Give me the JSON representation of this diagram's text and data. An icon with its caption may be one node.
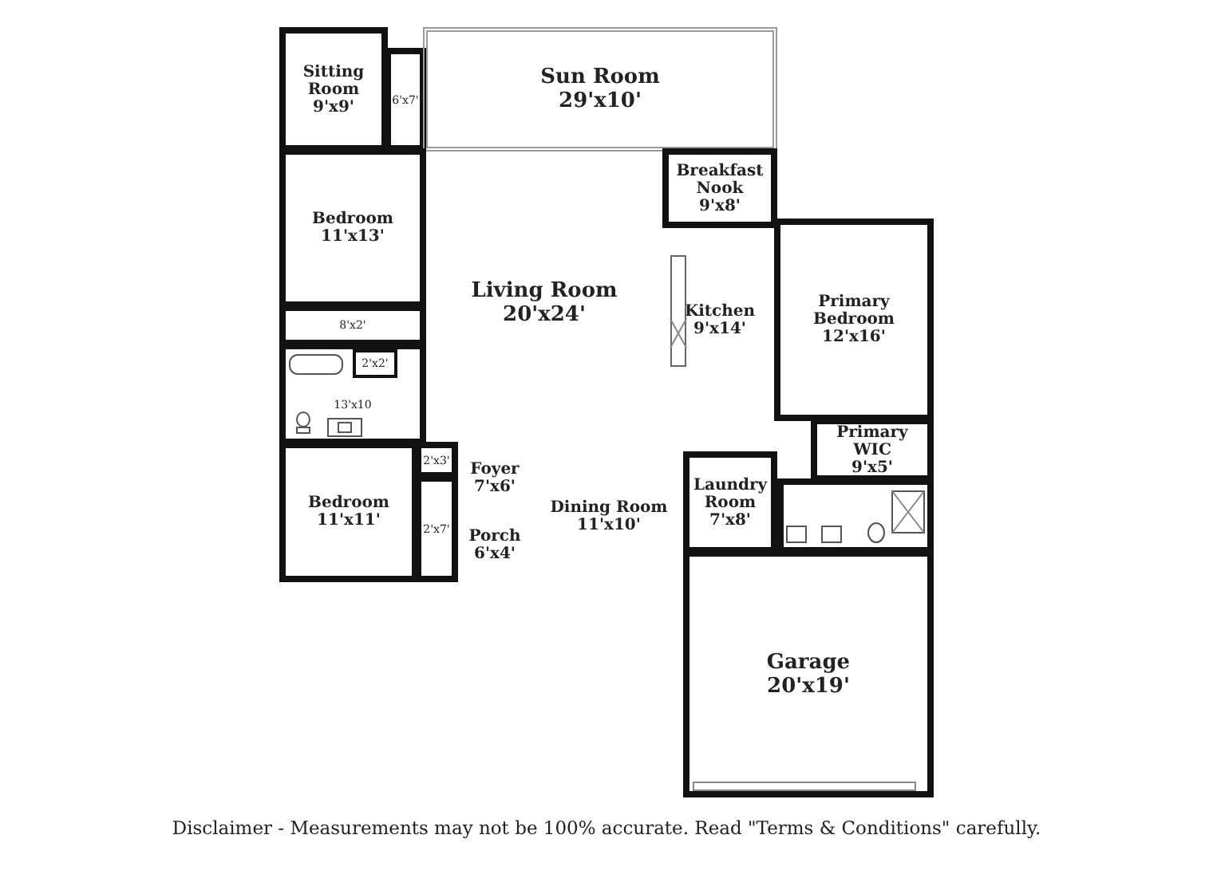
{
  "diagram": {
    "caption": "Disclaimer - Measurements may not be 100% accurate. Read \"Terms & Conditions\" carefully.",
    "nodes": [
      {
        "text": [
          "Sitting Room",
          "9'x9'"
        ]
      },
      {
        "text": [
          "6'x7'"
        ]
      },
      {
        "text": [
          "Sun Room",
          "29'x10'"
        ]
      },
      {
        "text": [
          "Bedroom",
          "11'x13'"
        ]
      },
      {
        "text": [
          "8'x2'"
        ]
      },
      {
        "text": [
          "Living Room",
          "20'x24'"
        ]
      },
      {
        "text": [
          "Breakfast Nook",
          "9'x8'"
        ]
      },
      {
        "text": [
          "Kitchen",
          "9'x14'"
        ]
      },
      {
        "text": [
          "Primary Bedroom",
          "12'x16'"
        ]
      },
      {
        "text": [
          "13'x10"
        ]
      },
      {
        "text": [
          "2'x2'"
        ],
        "in": 9
      },
      {
        "text": [
          "Primary WIC",
          "9'x5'"
        ]
      },
      {
        "text": [
          "2'x3'"
        ]
      },
      {
        "text": [
          "Foyer",
          "7'x6'"
        ]
      },
      {
        "text": [
          "Bedroom",
          "11'x11'"
        ]
      },
      {
        "text": [
          "2'x7'"
        ]
      },
      {
        "text": [
          "Laundry Room",
          "7'x8'"
        ]
      },
      {
        "text": [
          "Dining Room",
          "11'x10'"
        ]
      },
      {
        "text": [
          "Porch",
          "6'x4'"
        ]
      },
      {
        "text": [
          "Garage",
          "20'x19'"
        ]
      }
    ]
  }
}
